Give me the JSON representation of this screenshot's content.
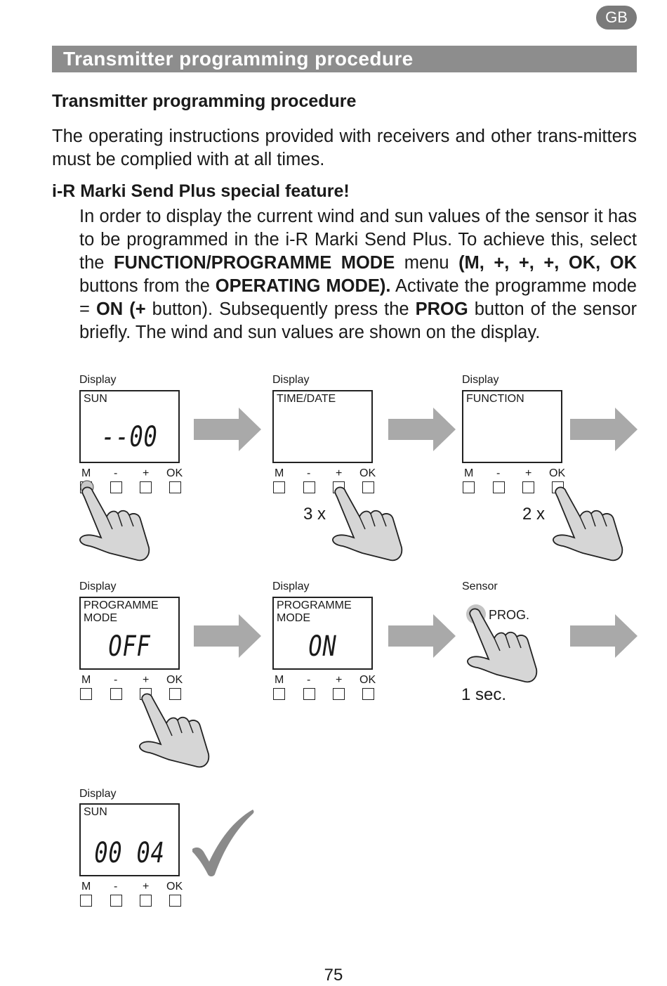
{
  "page": {
    "language_badge": "GB",
    "header": "Transmitter programming procedure",
    "subtitle": "Transmitter programming procedure",
    "intro": "The operating instructions provided with receivers and other trans-mitters must be complied with at all times.",
    "feature_title": "i-R Marki Send Plus special feature!",
    "feature_body": [
      {
        "text": "In order to display the current wind and sun values of the sensor it has to be programmed in the i-R Marki Send Plus. To achieve this, select the ",
        "bold": false
      },
      {
        "text": "FUNCTION/PROGRAMME MODE",
        "bold": true
      },
      {
        "text": " menu ",
        "bold": false
      },
      {
        "text": "(M, +, +, +, OK, OK",
        "bold": true
      },
      {
        "text": " buttons from the ",
        "bold": false
      },
      {
        "text": "OPERATING MODE).",
        "bold": true
      },
      {
        "text": " Activate the programme mode = ",
        "bold": false
      },
      {
        "text": "ON (+",
        "bold": true
      },
      {
        "text": " button). Subsequently press the ",
        "bold": false
      },
      {
        "text": "PROG",
        "bold": true
      },
      {
        "text": " button of the sensor briefly. The wind and sun values are shown on the display.",
        "bold": false
      }
    ],
    "page_number": "75"
  },
  "buttons": {
    "m": "M",
    "minus": "-",
    "plus": "+",
    "ok": "OK"
  },
  "steps": [
    {
      "caption": "Display",
      "screen_label": "SUN",
      "screen_value": "--00"
    },
    {
      "caption": "Display",
      "screen_label": "TIME/DATE",
      "screen_value": "",
      "count": "3 x"
    },
    {
      "caption": "Display",
      "screen_label": "FUNCTION",
      "screen_value": "",
      "count": "2 x"
    },
    {
      "caption": "Display",
      "screen_label": "PROGRAMME\nMODE",
      "screen_value": "OFF"
    },
    {
      "caption": "Display",
      "screen_label": "PROGRAMME\nMODE",
      "screen_value": "ON"
    },
    {
      "caption": "Sensor",
      "prog_label": "PROG.",
      "duration": "1 sec."
    },
    {
      "caption": "Display",
      "screen_label": "SUN",
      "screen_value": "00 04"
    }
  ]
}
